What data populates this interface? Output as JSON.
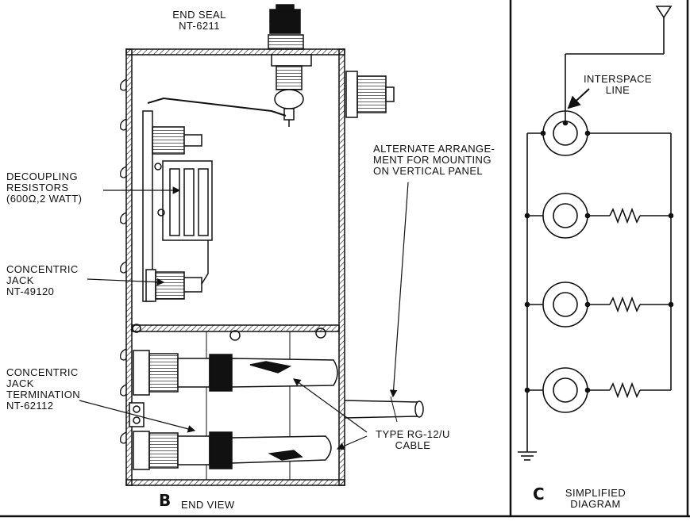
{
  "end_view": {
    "panel_letter": "B",
    "panel_title": "END VIEW",
    "labels": {
      "end_seal_line1": "END SEAL",
      "end_seal_line2": "NT-6211",
      "alternate_line1": "ALTERNATE ARRANGE-",
      "alternate_line2": "MENT FOR MOUNTING",
      "alternate_line3": "ON VERTICAL PANEL",
      "decoupling_line1": "DECOUPLING",
      "decoupling_line2": "RESISTORS",
      "decoupling_line3": "(600Ω,2 WATT)",
      "concentric_line1": "CONCENTRIC",
      "concentric_line2": "JACK",
      "concentric_line3": "NT-49120",
      "termination_line1": "CONCENTRIC",
      "termination_line2": "JACK",
      "termination_line3": "TERMINATION",
      "termination_line4": "NT-62112",
      "cable_line1": "TYPE RG-12/U",
      "cable_line2": "CABLE"
    }
  },
  "simplified_diagram": {
    "panel_letter": "C",
    "title_line1": "SIMPLIFIED",
    "title_line2": "DIAGRAM",
    "interspace_line1": "INTERSPACE",
    "interspace_line2": "LINE"
  }
}
